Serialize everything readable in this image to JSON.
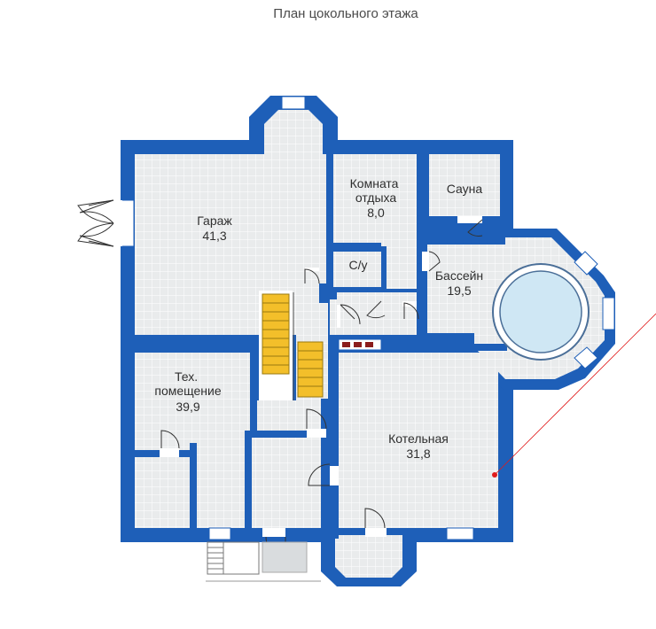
{
  "title": "План цокольного этажа",
  "rooms": [
    {
      "id": "garage",
      "name": "Гараж",
      "area": "41,3"
    },
    {
      "id": "rest",
      "name": "Комната\nотдыха",
      "area": "8,0"
    },
    {
      "id": "sauna",
      "name": "Сауна",
      "area": ""
    },
    {
      "id": "wc",
      "name": "С/у",
      "area": ""
    },
    {
      "id": "pool",
      "name": "Бассейн",
      "area": "19,5"
    },
    {
      "id": "tech",
      "name": "Тех.\nпомещение",
      "area": "39,9"
    },
    {
      "id": "boiler",
      "name": "Котельная",
      "area": "31,8"
    }
  ],
  "colors": {
    "wall": "#1e5fb8",
    "floor": "#e9ebec",
    "grid": "#ffffff",
    "pool": "#cfe7f4",
    "stairs": "#f3bf2a",
    "window": "#ffffff",
    "pointer": "#e01c1c"
  }
}
